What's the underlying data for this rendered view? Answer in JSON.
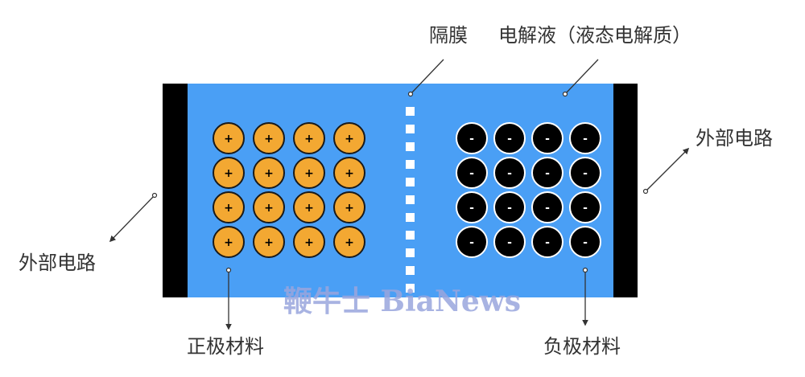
{
  "labels": {
    "separator": "隔膜",
    "electrolyte": "电解液（液态电解质）",
    "external_circuit_right": "外部电路",
    "external_circuit_left": "外部电路",
    "cathode_material": "正极材料",
    "anode_material": "负极材料"
  },
  "watermark": "鞭牛士 BiaNews",
  "particles": {
    "positive_symbol": "+",
    "negative_symbol": "-",
    "positive_rows": 4,
    "positive_cols": 4,
    "negative_rows": 4,
    "negative_cols": 4
  },
  "colors": {
    "electrolyte": "#4a9ff5",
    "electrode": "#000000",
    "positive_particle": "#f3a832",
    "negative_particle": "#000000",
    "separator": "#ffffff"
  }
}
